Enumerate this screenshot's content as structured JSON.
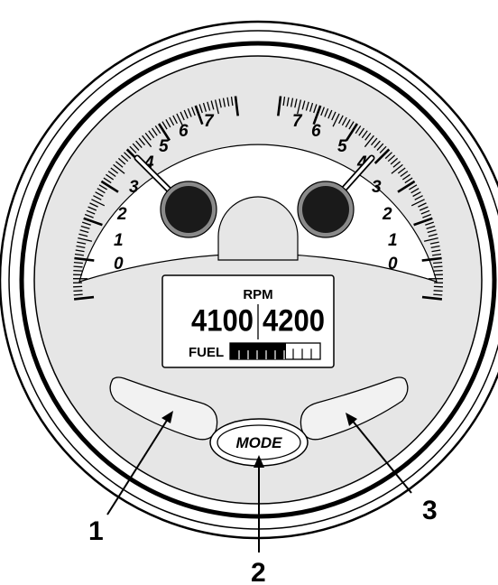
{
  "gauge": {
    "scale_numbers": [
      "0",
      "1",
      "2",
      "3",
      "4",
      "5",
      "6",
      "7"
    ],
    "display": {
      "label": "RPM",
      "left_value": "4100",
      "right_value": "4200",
      "fuel_label": "FUEL",
      "fuel_level": 0.62
    },
    "mode_button_label": "MODE",
    "needles": {
      "left_reading": 4,
      "right_reading": 4
    }
  },
  "callouts": [
    {
      "label": "1"
    },
    {
      "label": "2"
    },
    {
      "label": "3"
    }
  ],
  "colors": {
    "face": "#e6e6e6",
    "inner_face": "#ffffff",
    "knob": "#1a1a1a",
    "knob_ring": "#8a8a8a",
    "button_fill": "#f2f2f2",
    "line": "#000000"
  }
}
